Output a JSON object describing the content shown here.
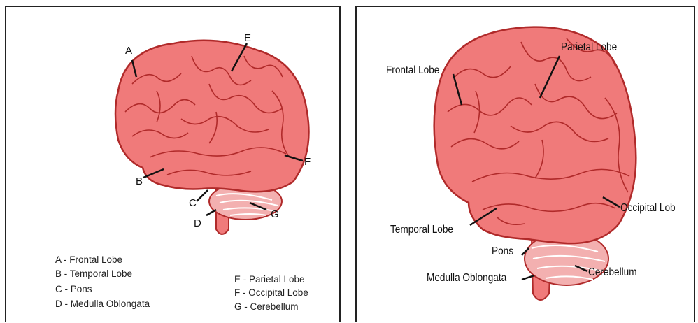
{
  "left_panel": {
    "letters": {
      "A": "A",
      "B": "B",
      "C": "C",
      "D": "D",
      "E": "E",
      "F": "F",
      "G": "G"
    },
    "legend_left": [
      "A - Frontal Lobe",
      "B - Temporal Lobe",
      "C - Pons",
      "D - Medulla Oblongata"
    ],
    "legend_right": [
      "E - Parietal Lobe",
      "F - Occipital Lobe",
      "G - Cerebellum"
    ]
  },
  "right_panel": {
    "labels": {
      "frontal": "Frontal Lobe",
      "parietal": "Parietal Lobe",
      "occipital": "Occipital Lob",
      "temporal": "Temporal Lobe",
      "pons": "Pons",
      "medulla": "Medulla Oblongata",
      "cerebellum": "Cerebellum"
    }
  },
  "colors": {
    "brain_fill": "#f07a7a",
    "brain_stroke": "#b02a2a",
    "cerebellum_fill": "#f3b0b0",
    "line": "#111111"
  }
}
